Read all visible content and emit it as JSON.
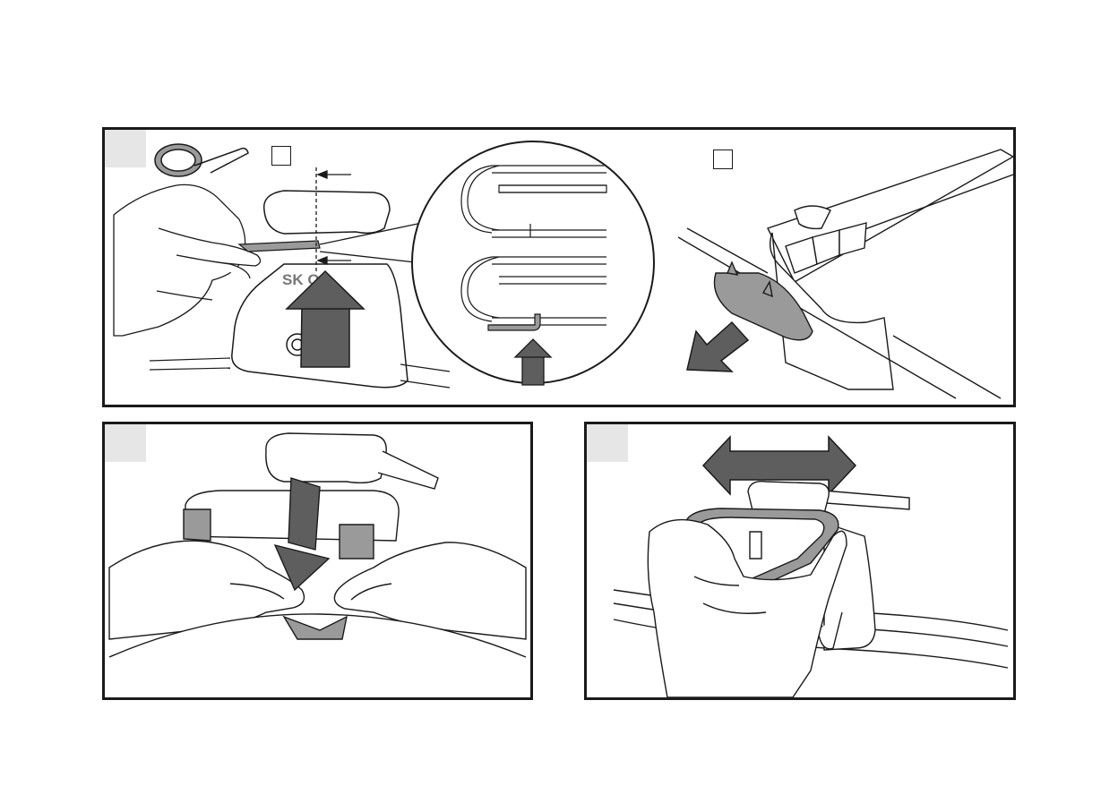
{
  "brand_text": "SK    OA",
  "colors": {
    "frame": "#1a1a1a",
    "step_tab": "#e6e6e6",
    "arrow": "#5e5e5e",
    "part_gray": "#9a9a9a"
  },
  "panels": [
    {
      "id": "top",
      "icons": [
        "hex-key-icon",
        "roof-bar-foot-illustration",
        "magnified-cross-section",
        "end-cap-removal-illustration"
      ]
    },
    {
      "id": "bottom-left",
      "icons": [
        "cover-press-down-illustration",
        "down-arrow-icon"
      ]
    },
    {
      "id": "bottom-right",
      "icons": [
        "cover-adjust-illustration",
        "double-arrow-icon"
      ]
    }
  ]
}
